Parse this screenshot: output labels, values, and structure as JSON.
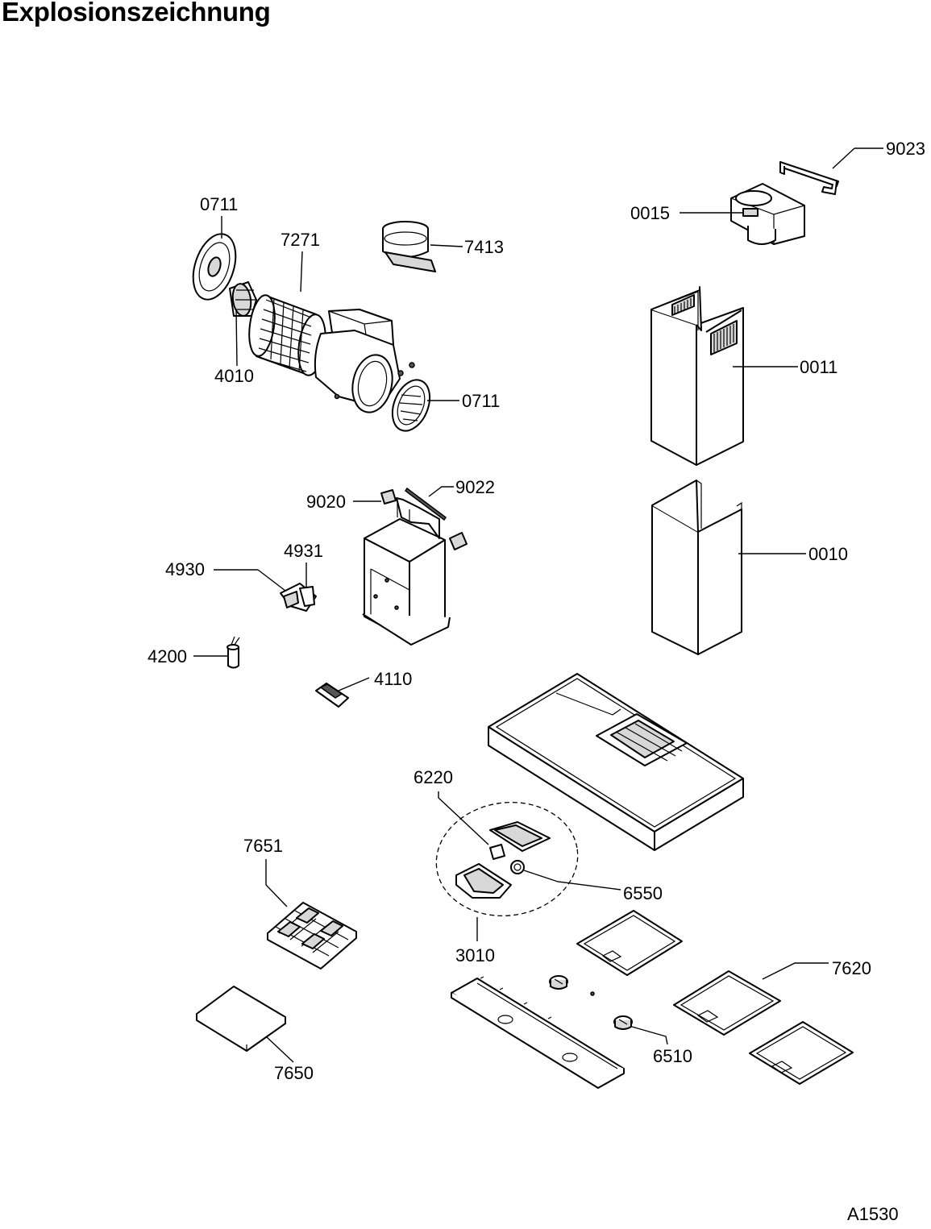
{
  "title": "Explosionszeichnung",
  "drawing_code": "A1530",
  "parts": {
    "p9023": "9023",
    "p0015": "0015",
    "p0711a": "0711",
    "p7271": "7271",
    "p7413": "7413",
    "p4010": "4010",
    "p0711b": "0711",
    "p0011": "0011",
    "p9020": "9020",
    "p9022": "9022",
    "p4931": "4931",
    "p4930": "4930",
    "p0010": "0010",
    "p4200": "4200",
    "p4110": "4110",
    "p6220": "6220",
    "p7651": "7651",
    "p6550": "6550",
    "p3010": "3010",
    "p7620": "7620",
    "p6510": "6510",
    "p7650": "7650"
  }
}
